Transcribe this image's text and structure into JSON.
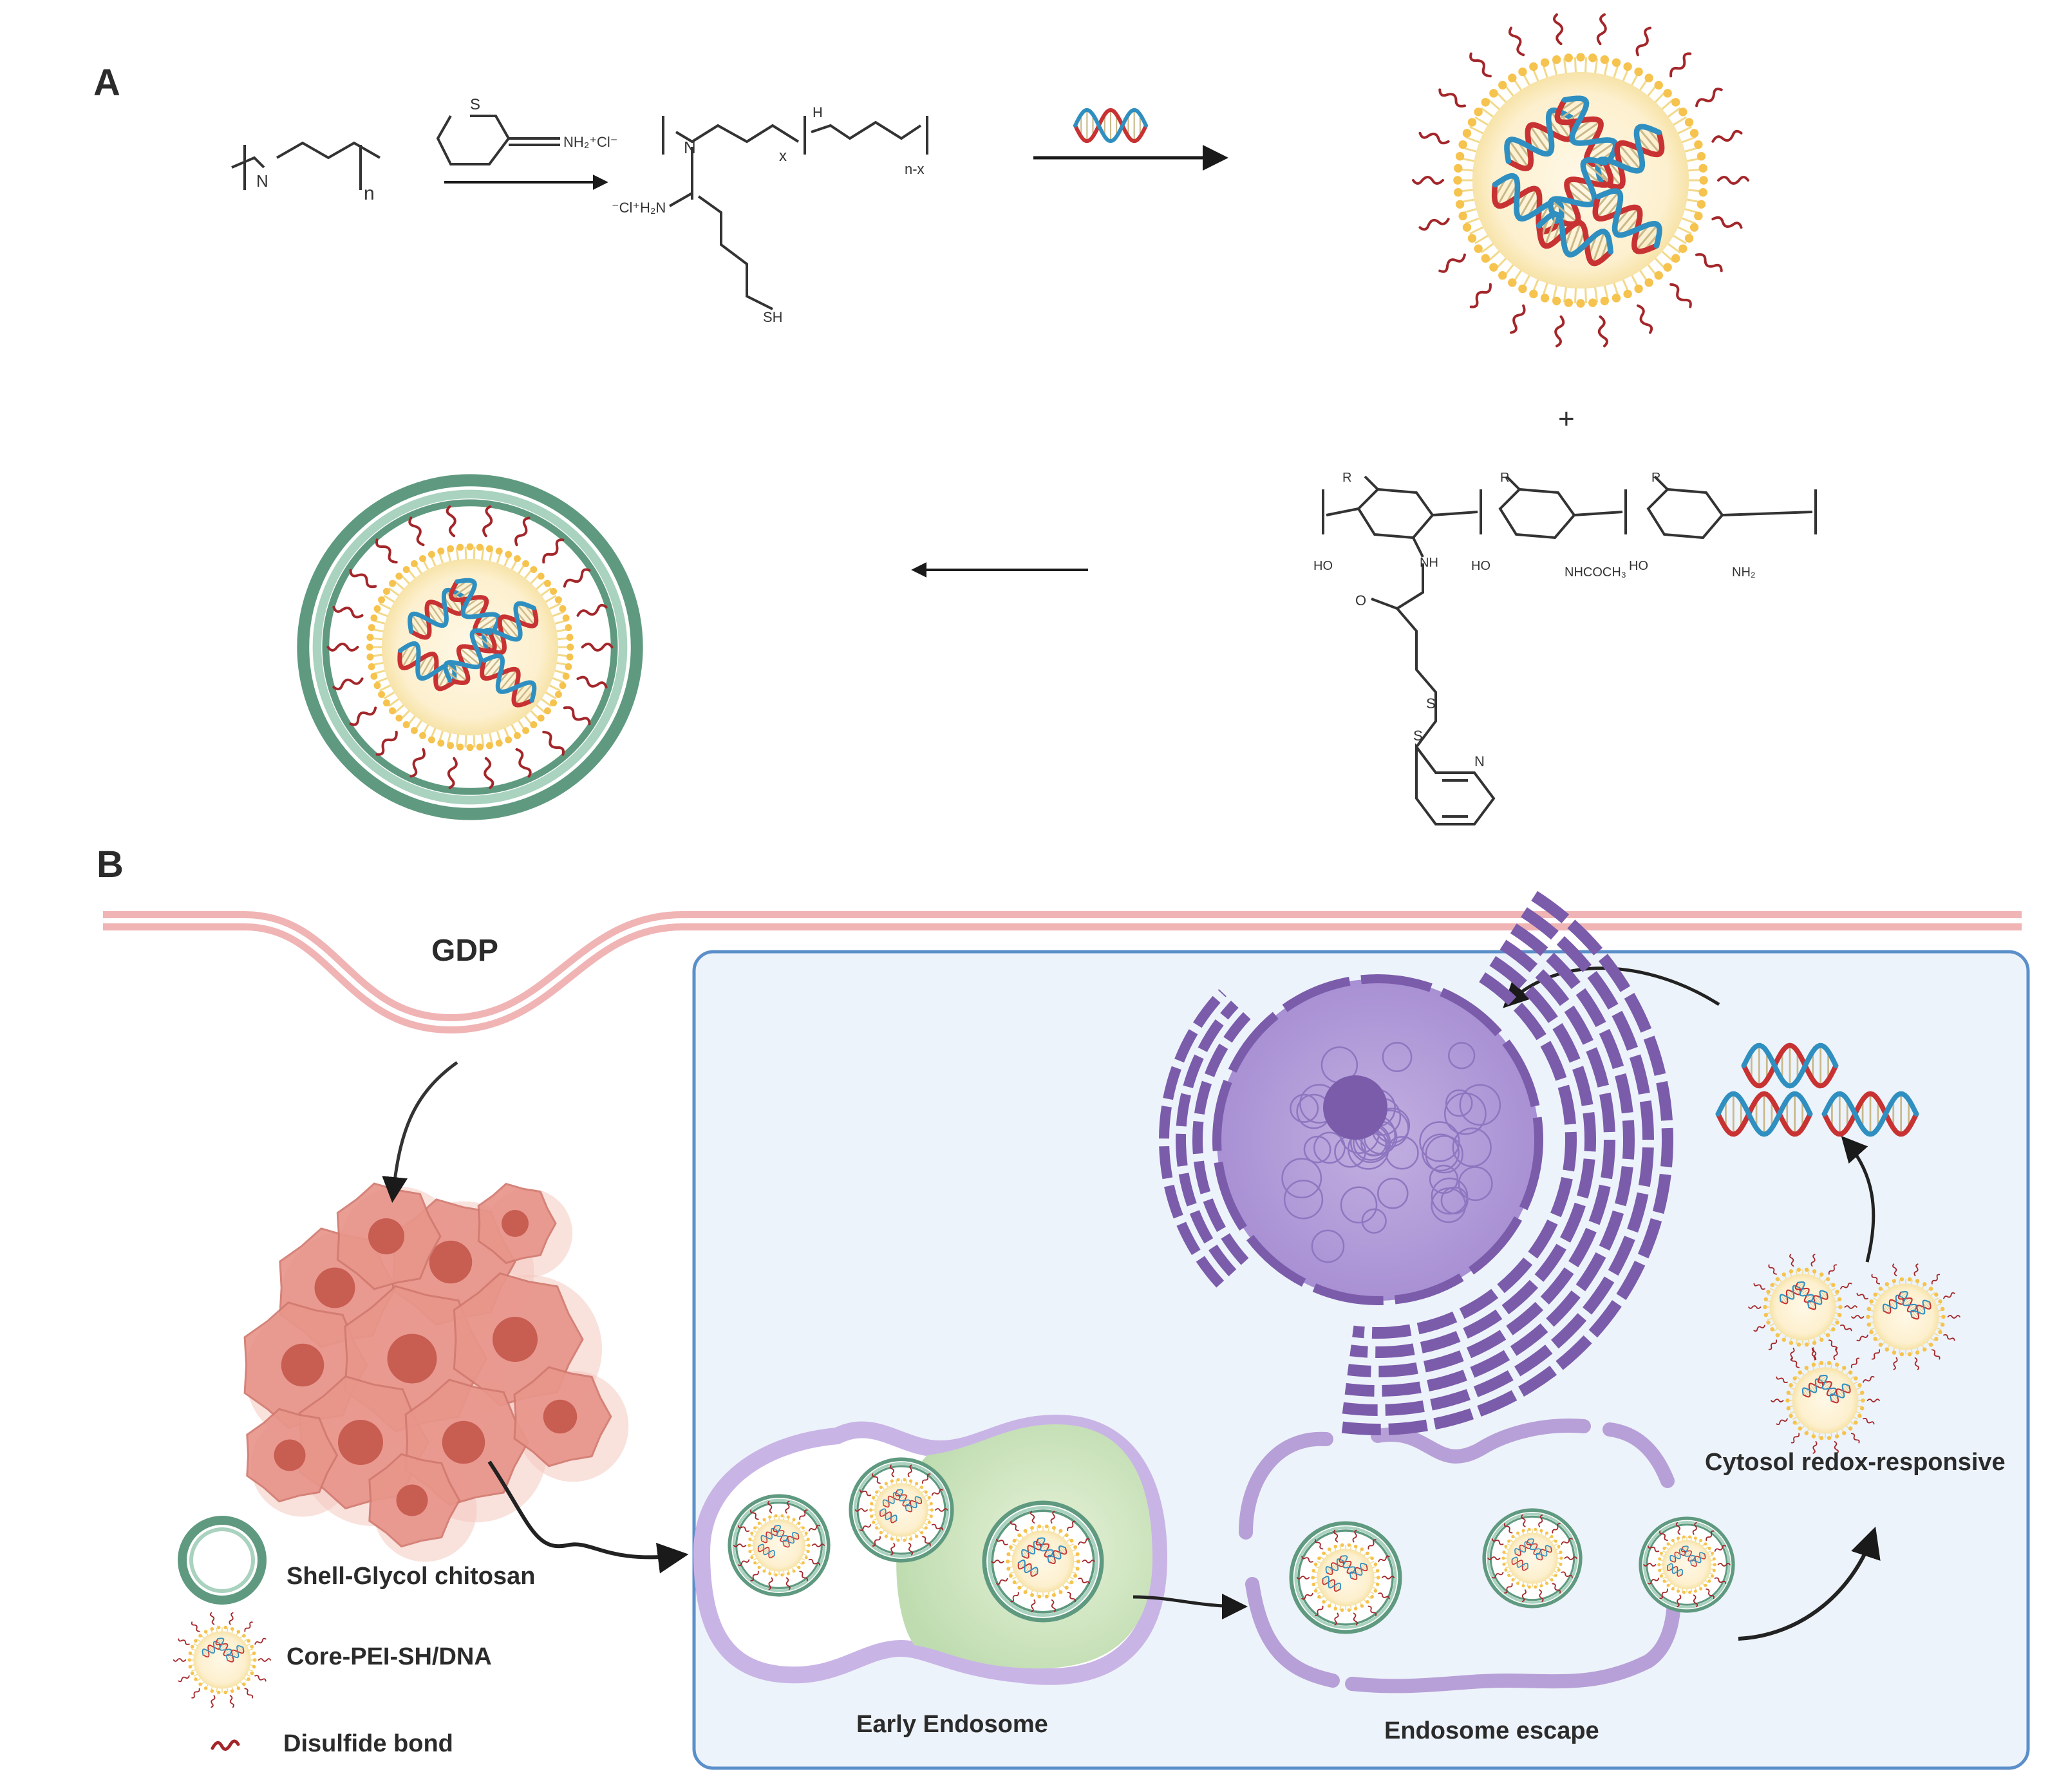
{
  "panels": {
    "a_label": "A",
    "b_label": "B"
  },
  "panel_a": {
    "pei_repeat_n": "n",
    "reagent_counterion": "NH2+Cl−",
    "reagent_counterion_display": "NH₂⁺Cl⁻",
    "reagent_s": "S",
    "product_amidine": "⁻Cl⁺H₂N",
    "product_sh": "SH",
    "product_sub_x": "x",
    "product_sub_nx": "n-x",
    "product_n": "N",
    "product_h": "H",
    "plus_sign": "+",
    "chitosan_r": "R",
    "chitosan_ho": "HO",
    "chitosan_nh": "NH",
    "chitosan_nhcoch3": "NHCOCH₃",
    "chitosan_nh2": "NH₂",
    "chitosan_o": "O",
    "chitosan_s": "S",
    "chitosan_n": "N",
    "gdp_label": "GDP"
  },
  "panel_b": {
    "early_endosome": "Early Endosome",
    "endosome_escape": "Endosome escape",
    "cytosol_label": "Cytosol redox-responsive"
  },
  "legend": {
    "shell": "Shell-Glycol chitosan",
    "core": "Core-PEI-SH/DNA",
    "disulfide": "Disulfide bond"
  },
  "colors": {
    "shell_green": "#5f9a80",
    "core_yellow": "#f5c34e",
    "dna_red": "#c83232",
    "dna_blue": "#2f8fc0",
    "disulfide_red": "#a3262a",
    "membrane_pink": "#f0b4b4",
    "cell_panel": "#edf3fa",
    "cell_border": "#5b8fc9",
    "endosome_purple": "#b7a0d8",
    "nucleus_purple": "#7b5cab",
    "tumor_pink": "#e08070"
  }
}
